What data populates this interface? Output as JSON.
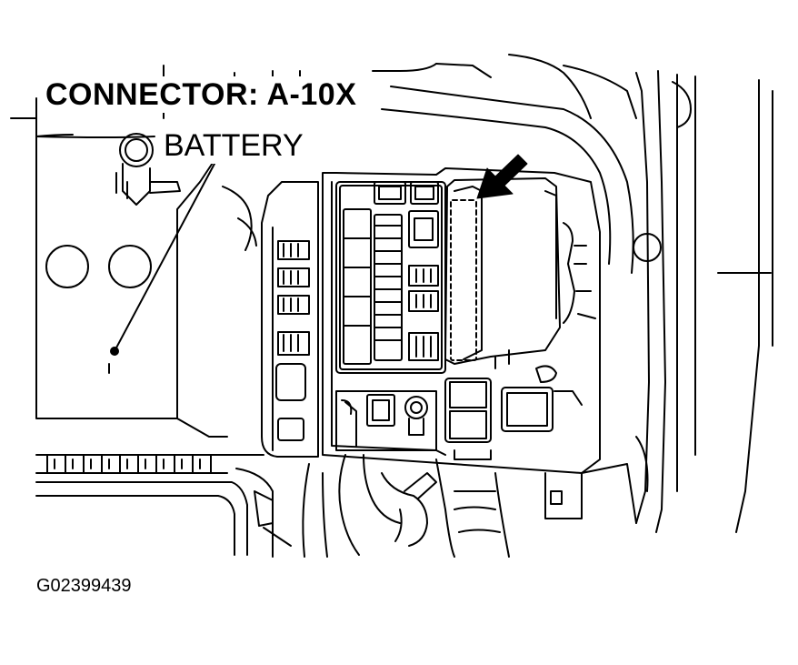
{
  "diagram": {
    "title": "CONNECTOR: A-10X",
    "callout_label": "BATTERY",
    "figure_id": "G02399439",
    "colors": {
      "line": "#000000",
      "background": "#ffffff"
    }
  }
}
